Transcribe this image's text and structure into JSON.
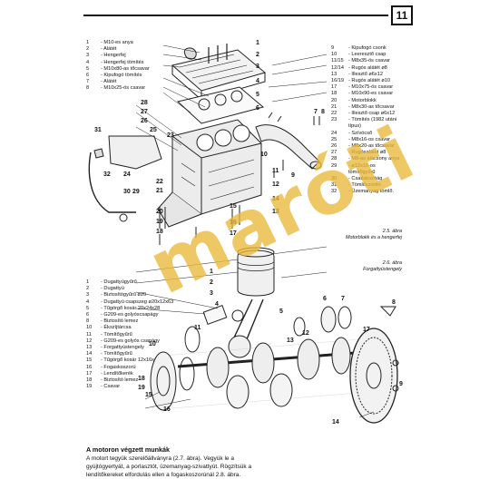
{
  "page_number": "11",
  "legend_left_top": [
    {
      "n": "1",
      "t": "M10-es anya"
    },
    {
      "n": "2",
      "t": "Alátét"
    },
    {
      "n": "3",
      "t": "Hengerfej"
    },
    {
      "n": "4",
      "t": "Hengerfej tömítés"
    },
    {
      "n": "5",
      "t": "M10x80-as tőcsavar"
    },
    {
      "n": "6",
      "t": "Kipufogó tömítés"
    },
    {
      "n": "7",
      "t": "Alátét"
    },
    {
      "n": "8",
      "t": "M10x25-ös csavar"
    }
  ],
  "legend_right_top": [
    {
      "n": "9",
      "t": "Kipufogó csonk"
    },
    {
      "n": "10",
      "t": "Leeresztő csap"
    },
    {
      "n": "11/15",
      "t": "M8x35-ös csavar"
    },
    {
      "n": "12/14",
      "t": "Rugós alátét ø8"
    },
    {
      "n": "13",
      "t": "Illesztő ø6x12"
    },
    {
      "n": "16/19",
      "t": "Rugós alátét ø10"
    },
    {
      "n": "17",
      "t": "M10x75-ös csavar"
    },
    {
      "n": "18",
      "t": "M10x90-es csavar"
    },
    {
      "n": "20",
      "t": "Motorblokk"
    },
    {
      "n": "21",
      "t": "M8x30-as tőcsavar"
    },
    {
      "n": "22",
      "t": "Illesztő csap ø6x12"
    },
    {
      "n": "23",
      "t": "Tömítés (1982 utáni",
      "sub": "típus)"
    },
    {
      "n": "24",
      "t": "Szívócső"
    },
    {
      "n": "25",
      "t": "M8x16-os csavar"
    },
    {
      "n": "26",
      "t": "M8x20-as tőcsavar"
    },
    {
      "n": "27",
      "t": "Rugósalátét ø8"
    },
    {
      "n": "28",
      "t": "M8-as alacsony anya"
    },
    {
      "n": "29",
      "t": "ø12x16-os",
      "pre": "",
      "sub": "tömítőgyűrű"
    },
    {
      "n": "30",
      "t": "Csatlakozóág"
    },
    {
      "n": "31",
      "t": "Tömlőszorító"
    },
    {
      "n": "32",
      "t": "Üzemanyag tömlő."
    }
  ],
  "legend_bottom": [
    {
      "n": "1",
      "t": "Dugattyúgyűrű"
    },
    {
      "n": "2",
      "t": "Dugattyú"
    },
    {
      "n": "3",
      "t": "Biztosítógyűrű ø20"
    },
    {
      "n": "4",
      "t": "Dugattyú csapszeg ø20x12x63"
    },
    {
      "n": "5",
      "t": "Tűgörgő kosár 20x24x28"
    },
    {
      "n": "6",
      "t": "G209-es golyóscsapágy"
    },
    {
      "n": "8",
      "t": "Biztosító lemez"
    },
    {
      "n": "10",
      "t": "Ékszíjtárcsa"
    },
    {
      "n": "11",
      "t": "Tömítőgyűrű"
    },
    {
      "n": "12",
      "t": "G209-es golyós csapágy"
    },
    {
      "n": "13",
      "t": "Forgattyústengely"
    },
    {
      "n": "14",
      "t": "Tömítőgyűrű"
    },
    {
      "n": "15",
      "t": "Tűgörgő kosár 12x16x13"
    },
    {
      "n": "16",
      "t": "Fogaskoszorú"
    },
    {
      "n": "17",
      "t": "Lendítőkerék"
    },
    {
      "n": "18",
      "t": "Biztosító lemez"
    },
    {
      "n": "19",
      "t": "Csavar"
    }
  ],
  "caption_1": {
    "num": "2.5. ábra",
    "text": "Motorblokk és a hengerfej"
  },
  "caption_2": {
    "num": "2.6. ábra",
    "text": "Forgattyústengely"
  },
  "section_title": "A motoron végzett  munkák",
  "paragraph": "A motort tegyük szerelőállványra (2.7. ábra). Vegyük le a gyújtógyertyát, a porlasztót, üzemanyag-szivattyút. Rögzítsük a lendítőkereket elfordulás ellen a fogaskoszorúnál 2.8. ábra.",
  "watermark": "maróti",
  "colors": {
    "ink": "#111111",
    "watermark": "#e9b93a"
  },
  "callouts_top": [
    "1",
    "2",
    "3",
    "4",
    "5",
    "6",
    "7",
    "8",
    "28",
    "27",
    "26",
    "25",
    "32",
    "31",
    "24",
    "30",
    "29",
    "23",
    "22",
    "21",
    "20",
    "19",
    "18",
    "17",
    "16",
    "15",
    "14",
    "13",
    "12",
    "11",
    "10",
    "9",
    "7",
    "8",
    "5"
  ],
  "callouts_bottom": [
    "1",
    "2",
    "3",
    "4",
    "5",
    "6",
    "7",
    "8",
    "9",
    "10",
    "11",
    "12",
    "13",
    "14",
    "15",
    "16",
    "17",
    "18",
    "19"
  ]
}
